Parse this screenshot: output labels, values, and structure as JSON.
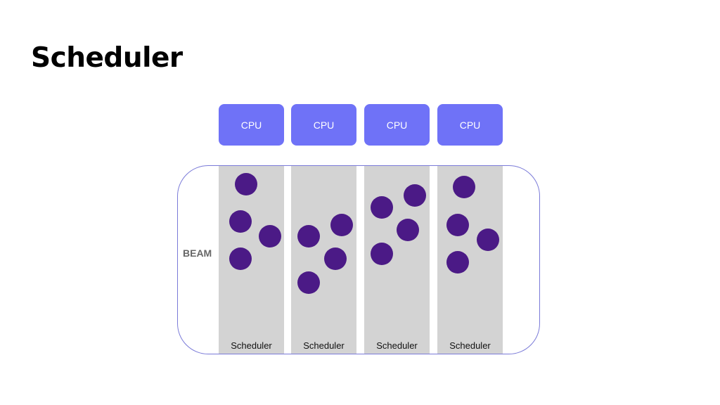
{
  "slide": {
    "title": "Scheduler"
  },
  "diagram": {
    "beam_label": "BEAM",
    "cpus": [
      {
        "label": "CPU"
      },
      {
        "label": "CPU"
      },
      {
        "label": "CPU"
      },
      {
        "label": "CPU"
      }
    ],
    "schedulers": [
      {
        "label": "Scheduler",
        "process_count": 4
      },
      {
        "label": "Scheduler",
        "process_count": 4
      },
      {
        "label": "Scheduler",
        "process_count": 4
      },
      {
        "label": "Scheduler",
        "process_count": 4
      }
    ]
  },
  "colors": {
    "cpu": "#6f72f7",
    "scheduler_column": "#d3d3d3",
    "process": "#4b1a86",
    "beam_border": "#7a7ad8"
  }
}
